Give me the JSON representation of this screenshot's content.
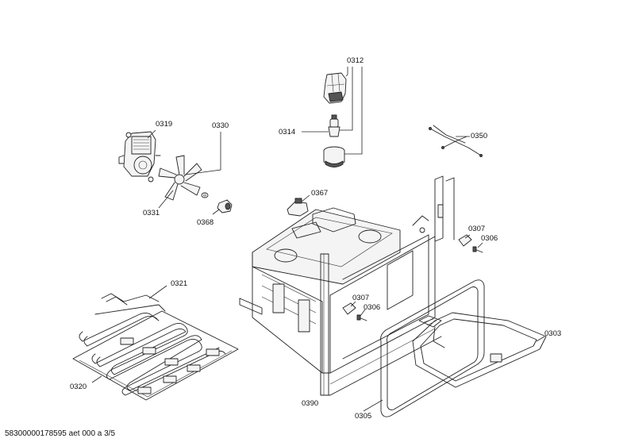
{
  "footer": {
    "document_id": "58300000178595 aet 000 a 3/5"
  },
  "parts": {
    "p0312": "0312",
    "p0314": "0314",
    "p0319": "0319",
    "p0330": "0330",
    "p0331": "0331",
    "p0368": "0368",
    "p0350": "0350",
    "p0367": "0367",
    "p0307a": "0307",
    "p0306a": "0306",
    "p0321": "0321",
    "p0307b": "0307",
    "p0306b": "0306",
    "p0303": "0303",
    "p0320": "0320",
    "p0390": "0390",
    "p0305": "0305"
  }
}
